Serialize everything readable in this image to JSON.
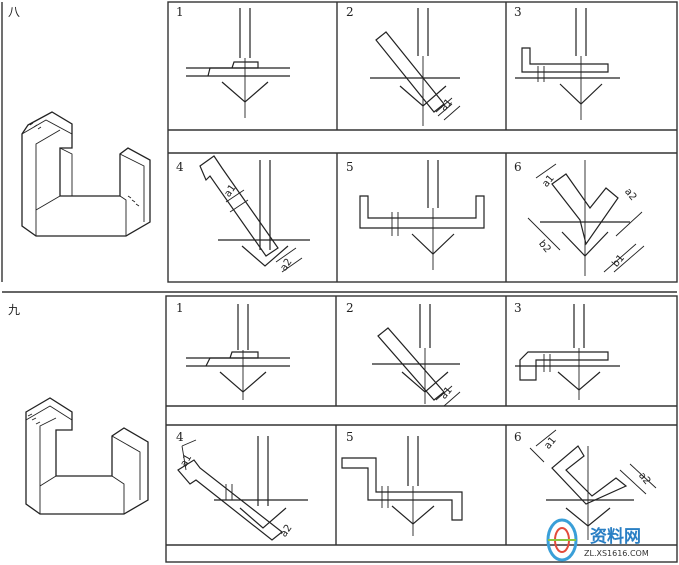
{
  "sections": [
    {
      "label": "八",
      "steps": [
        {
          "number": "1",
          "dims": []
        },
        {
          "number": "2",
          "dims": [
            "a1"
          ]
        },
        {
          "number": "3",
          "dims": []
        },
        {
          "number": "4",
          "dims": [
            "a1",
            "a2"
          ]
        },
        {
          "number": "5",
          "dims": []
        },
        {
          "number": "6",
          "dims": [
            "a1",
            "a2",
            "b2",
            "b1"
          ]
        }
      ]
    },
    {
      "label": "九",
      "steps": [
        {
          "number": "1",
          "dims": []
        },
        {
          "number": "2",
          "dims": [
            "a1"
          ]
        },
        {
          "number": "3",
          "dims": []
        },
        {
          "number": "4",
          "dims": [
            "a1",
            "a2"
          ]
        },
        {
          "number": "5",
          "dims": []
        },
        {
          "number": "6",
          "dims": [
            "a1",
            "a2"
          ]
        }
      ]
    }
  ],
  "watermark": {
    "cn_text": "资料网",
    "url": "ZL.XS1616.COM",
    "brand_color": "#2a7fc4"
  }
}
